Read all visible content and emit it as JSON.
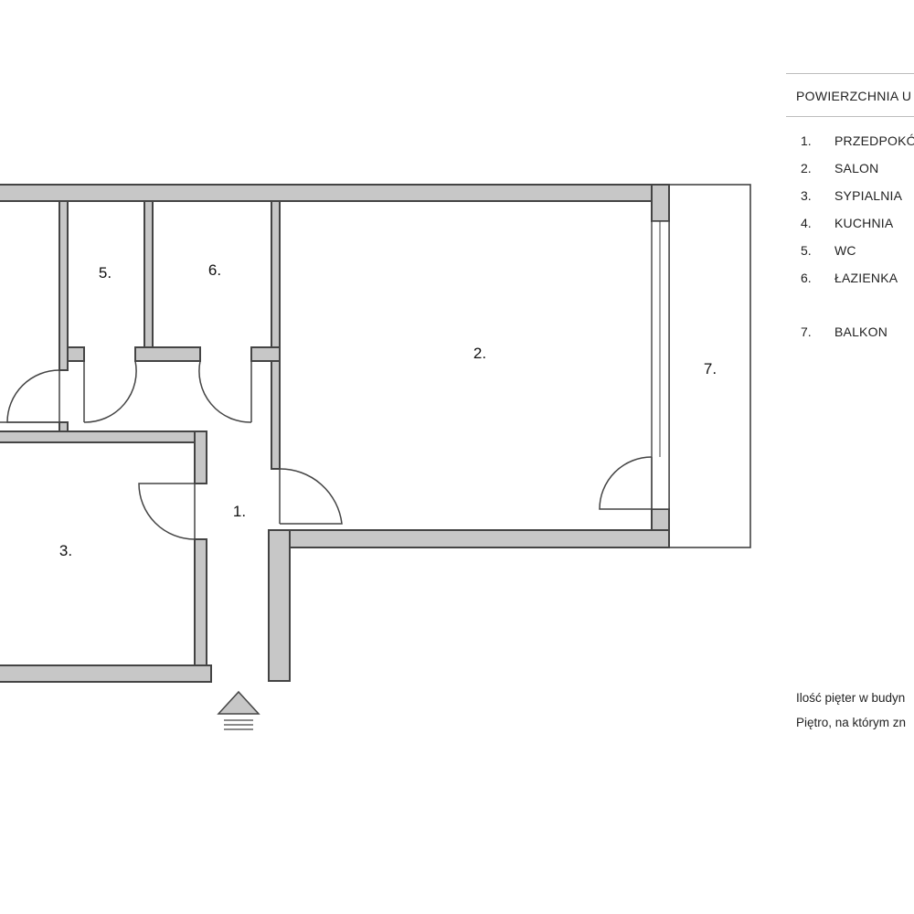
{
  "rooms": [
    {
      "number": "1.",
      "name": "PRZEDPOKÓJ"
    },
    {
      "number": "2.",
      "name": "SALON"
    },
    {
      "number": "3.",
      "name": "SYPIALNIA"
    },
    {
      "number": "4.",
      "name": "KUCHNIA"
    },
    {
      "number": "5.",
      "name": "WC"
    },
    {
      "number": "6.",
      "name": "ŁAZIENKA"
    },
    {
      "number": "7.",
      "name": "BALKON"
    }
  ],
  "legend": {
    "title": "POWIERZCHNIA U",
    "floors_text": "Ilość pięter w budyn",
    "floor_text": "Piętro, na którym zn"
  },
  "icons": {
    "entrance": "entrance-arrow-icon"
  },
  "colors": {
    "wall_fill": "#c7c7c7",
    "wall_stroke": "#444444"
  }
}
